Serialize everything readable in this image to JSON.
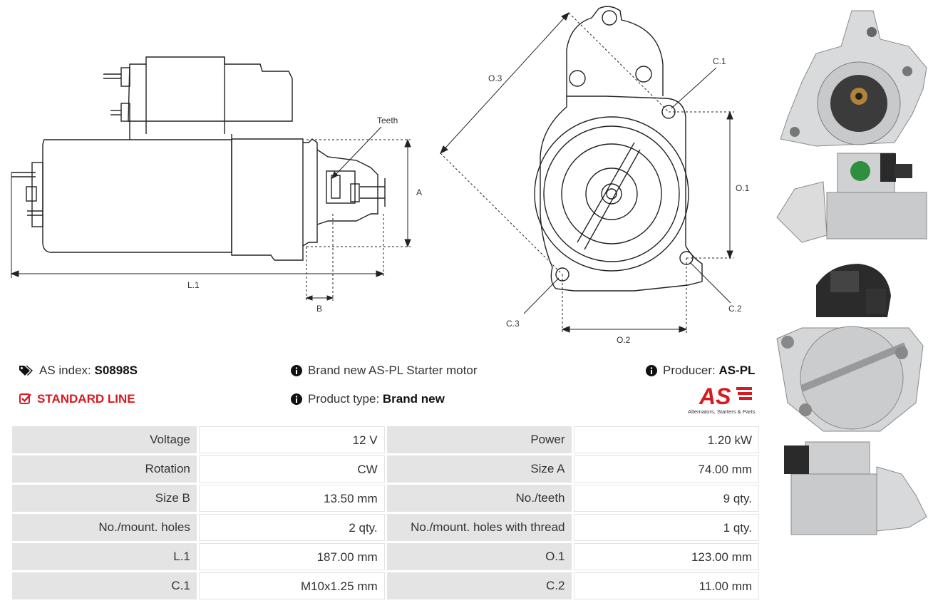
{
  "diagram": {
    "labels": {
      "teeth": "Teeth",
      "a": "A",
      "b": "B",
      "l1": "L.1",
      "o1": "O.1",
      "o2": "O.2",
      "o3": "O.3",
      "c1": "C.1",
      "c2": "C.2",
      "c3": "C.3"
    }
  },
  "info": {
    "as_index_label": "AS index:",
    "as_index_value": "S0898S",
    "line": "STANDARD LINE",
    "description": "Brand new AS-PL Starter motor",
    "product_type_label": "Product type:",
    "product_type_value": "Brand new",
    "producer_label": "Producer:",
    "producer_value": "AS-PL",
    "logo_text": "AS",
    "logo_tagline": "Alternators, Starters & Parts"
  },
  "specs": [
    {
      "k1": "Voltage",
      "v1": "12 V",
      "k2": "Power",
      "v2": "1.20 kW"
    },
    {
      "k1": "Rotation",
      "v1": "CW",
      "k2": "Size A",
      "v2": "74.00 mm"
    },
    {
      "k1": "Size B",
      "v1": "13.50 mm",
      "k2": "No./teeth",
      "v2": "9 qty."
    },
    {
      "k1": "No./mount. holes",
      "v1": "2 qty.",
      "k2": "No./mount. holes with thread",
      "v2": "1 qty."
    },
    {
      "k1": "L.1",
      "v1": "187.00 mm",
      "k2": "O.1",
      "v2": "123.00 mm"
    },
    {
      "k1": "C.1",
      "v1": "M10x1.25 mm",
      "k2": "C.2",
      "v2": "11.00 mm"
    }
  ],
  "colors": {
    "accent": "#d71920",
    "key_bg": "#e4e4e4"
  },
  "icons": [
    "tags-icon",
    "check-square-icon",
    "info-icon"
  ]
}
